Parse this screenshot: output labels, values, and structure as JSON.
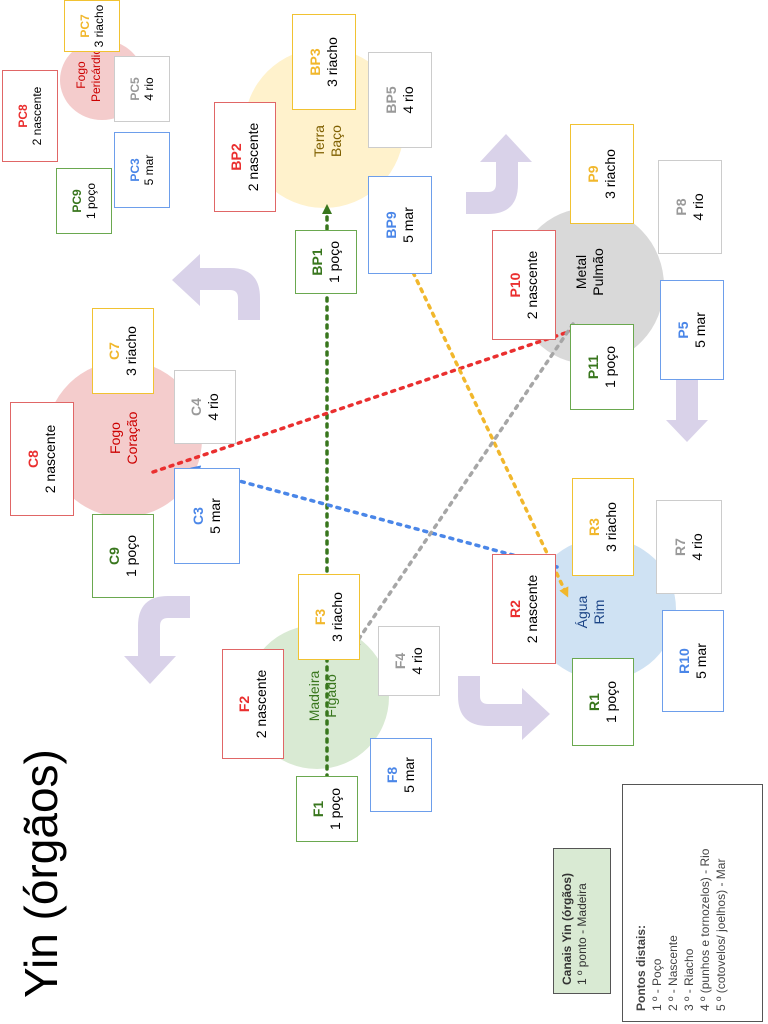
{
  "title": "Yin (órgãos)",
  "legend_canals": {
    "title": "Canais Yin (órgãos)",
    "line": "1 º ponto - Madeira"
  },
  "legend_points": {
    "title": "Pontos distais:",
    "items": [
      "1 º - Poço",
      "2 º - Nascente",
      "3 º - Riacho",
      "4 º (punhos e tornozelos) - Rio",
      "5 º (cotovelos/ joelhos) - Mar"
    ]
  },
  "colors": {
    "red": "#ea2f2f",
    "yellow": "#f1b72c",
    "gray": "#a6a6a6",
    "blue": "#4a86e8",
    "green": "#38761d",
    "gray_text": "#999999",
    "fire_fill": "#f4cccc",
    "earth_fill": "#fff2cc",
    "metal_fill": "#d9d9d9",
    "water_fill": "#cfe2f3",
    "wood_fill": "#d9ead3",
    "flow_arrow": "#d9d2e9"
  },
  "organs": {
    "wood": {
      "element": "Madeira",
      "organ": "Fígado"
    },
    "fire": {
      "element": "Fogo",
      "organ": "Coração"
    },
    "pc": {
      "element": "Fogo",
      "organ": "Pericárdio"
    },
    "earth": {
      "element": "Terra",
      "organ": "Baço"
    },
    "metal": {
      "element": "Metal",
      "organ": "Pulmão"
    },
    "water": {
      "element": "Água",
      "organ": "Rim"
    }
  },
  "points": {
    "f1": {
      "code": "F1",
      "label": "1 poço"
    },
    "f2": {
      "code": "F2",
      "label": "2 nascente"
    },
    "f3": {
      "code": "F3",
      "label": "3 riacho"
    },
    "f4": {
      "code": "F4",
      "label": "4 rio"
    },
    "f8": {
      "code": "F8",
      "label": "5 mar"
    },
    "c9": {
      "code": "C9",
      "label": "1 poço"
    },
    "c8": {
      "code": "C8",
      "label": "2 nascente"
    },
    "c7": {
      "code": "C7",
      "label": "3 riacho"
    },
    "c4": {
      "code": "C4",
      "label": "4 rio"
    },
    "c3": {
      "code": "C3",
      "label": "5 mar"
    },
    "pc9": {
      "code": "PC9",
      "label": "1 poço"
    },
    "pc8": {
      "code": "PC8",
      "label": "2 nascente"
    },
    "pc7": {
      "code": "PC7",
      "label": "3 riacho"
    },
    "pc5": {
      "code": "PC5",
      "label": "4 rio"
    },
    "pc3": {
      "code": "PC3",
      "label": "5 mar"
    },
    "bp1": {
      "code": "BP1",
      "label": "1 poço"
    },
    "bp2": {
      "code": "BP2",
      "label": "2 nascente"
    },
    "bp3": {
      "code": "BP3",
      "label": "3 riacho"
    },
    "bp5": {
      "code": "BP5",
      "label": "4 rio"
    },
    "bp9": {
      "code": "BP9",
      "label": "5 mar"
    },
    "p11": {
      "code": "P11",
      "label": "1 poço"
    },
    "p10": {
      "code": "P10",
      "label": "2 nascente"
    },
    "p9": {
      "code": "P9",
      "label": "3 riacho"
    },
    "p8": {
      "code": "P8",
      "label": "4 rio"
    },
    "p5": {
      "code": "P5",
      "label": "5 mar"
    },
    "r1": {
      "code": "R1",
      "label": "1 poço"
    },
    "r2": {
      "code": "R2",
      "label": "2 nascente"
    },
    "r3": {
      "code": "R3",
      "label": "3 riacho"
    },
    "r7": {
      "code": "R7",
      "label": "4 rio"
    },
    "r10": {
      "code": "R10",
      "label": "5 mar"
    }
  }
}
